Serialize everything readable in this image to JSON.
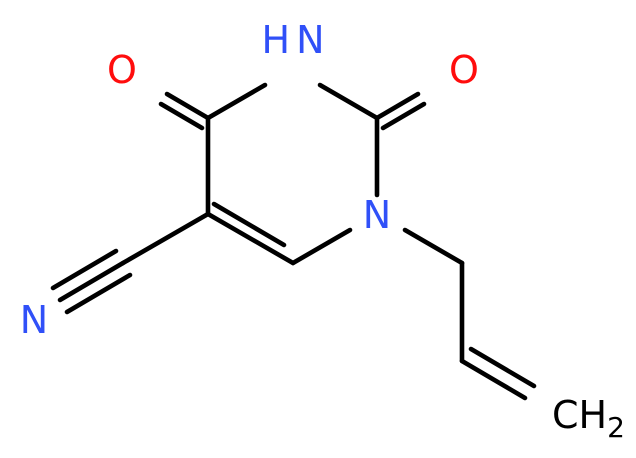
{
  "colors": {
    "background": "#ffffff",
    "carbon_bond": "#000000",
    "oxygen": "#ff0d0d",
    "nitrogen": "#3050f8",
    "hydrogen_label": "#000000"
  },
  "molecule": {
    "atoms": {
      "O4": {
        "symbol": "O"
      },
      "N3H": {
        "symbol": "H",
        "extra": "N"
      },
      "O2": {
        "symbol": "O"
      },
      "N1": {
        "symbol": "N"
      },
      "N_nitrile": {
        "symbol": "N"
      },
      "CH2": {
        "symbol": "CH",
        "sub": "2"
      }
    }
  }
}
